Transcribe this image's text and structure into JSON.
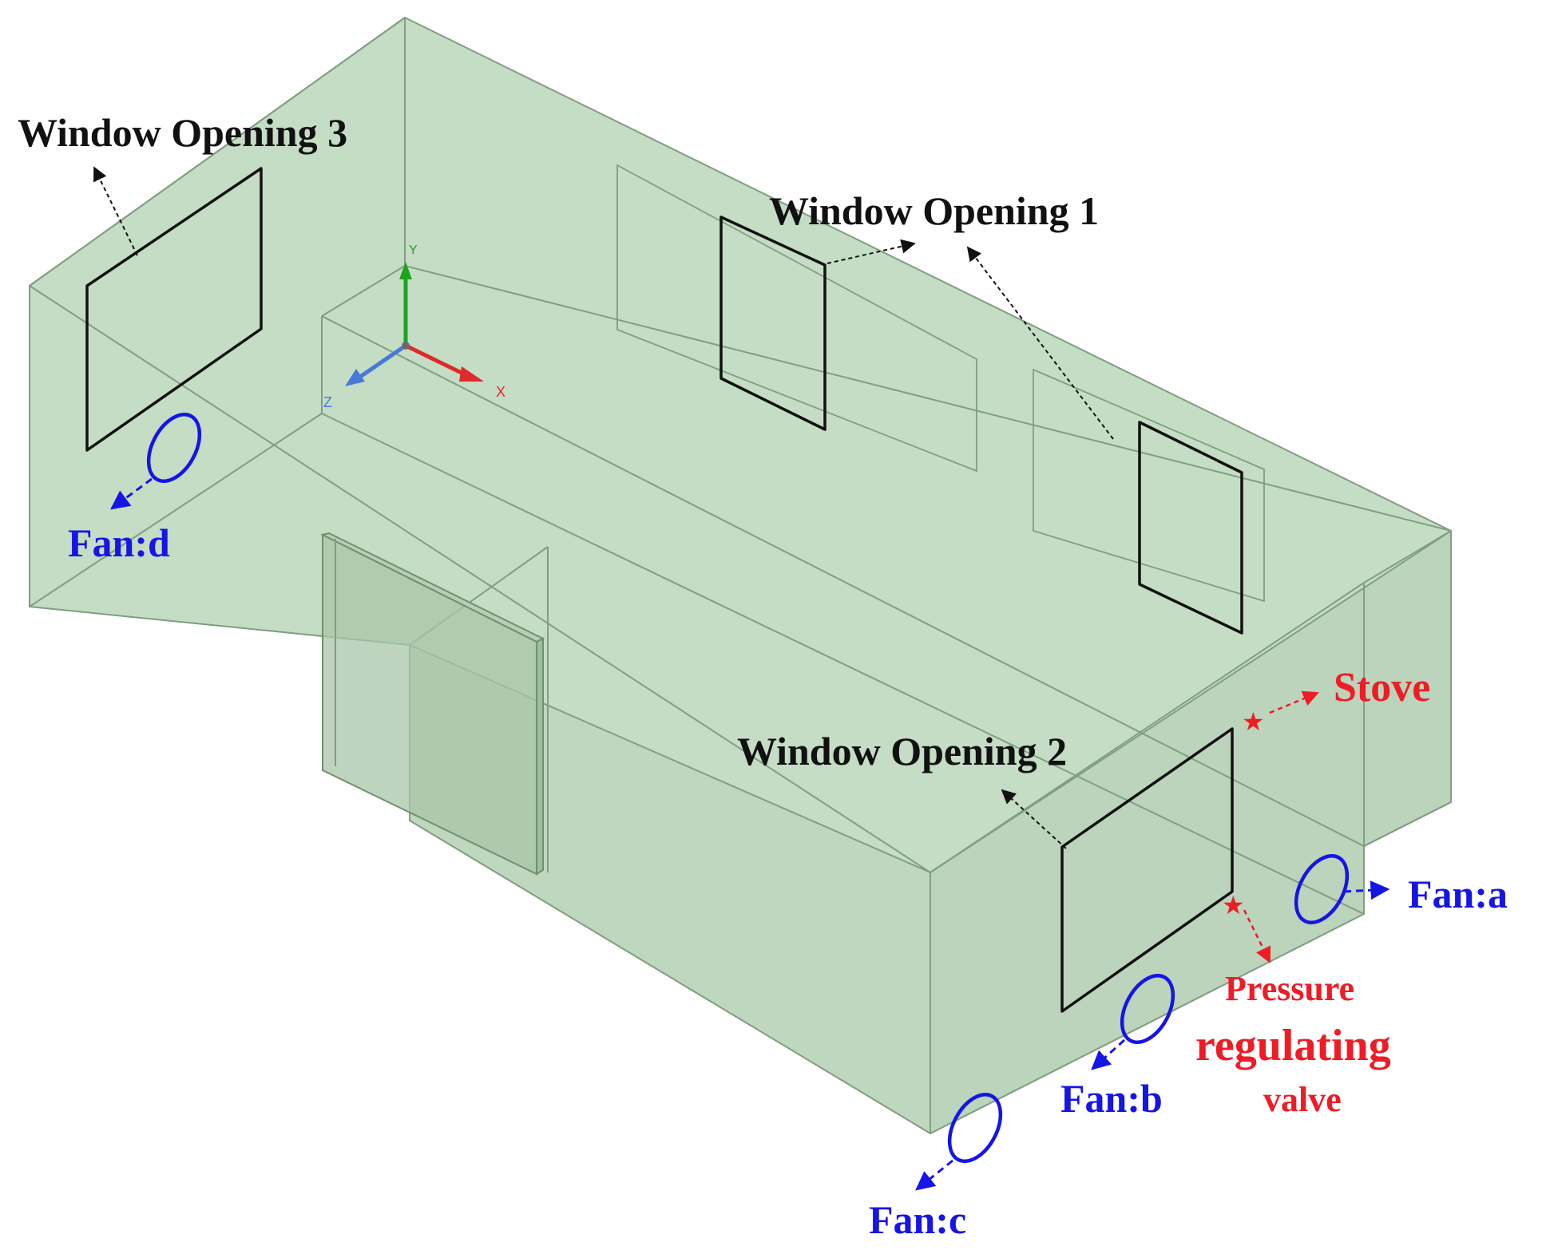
{
  "labels": {
    "window_opening_1": "Window Opening 1",
    "window_opening_2": "Window Opening 2",
    "window_opening_3": "Window Opening 3",
    "stove": "Stove",
    "pressure_valve_line1": "Pressure",
    "pressure_valve_line2": "regulating",
    "pressure_valve_line3": "valve",
    "fan_a": "Fan:a",
    "fan_b": "Fan:b",
    "fan_c": "Fan:c",
    "fan_d": "Fan:d"
  },
  "axis_triad": {
    "x": "X",
    "y": "Y",
    "z": "Z"
  },
  "colors": {
    "room_fill": "#c5dcc5",
    "room_edge": "#7f9f80",
    "window_frame": "#111111",
    "fan_blue": "#1515e6",
    "valve_red": "#ee1c25",
    "axis_x": "#dd2a2a",
    "axis_y": "#1ca41c",
    "axis_z": "#4a78d8"
  }
}
